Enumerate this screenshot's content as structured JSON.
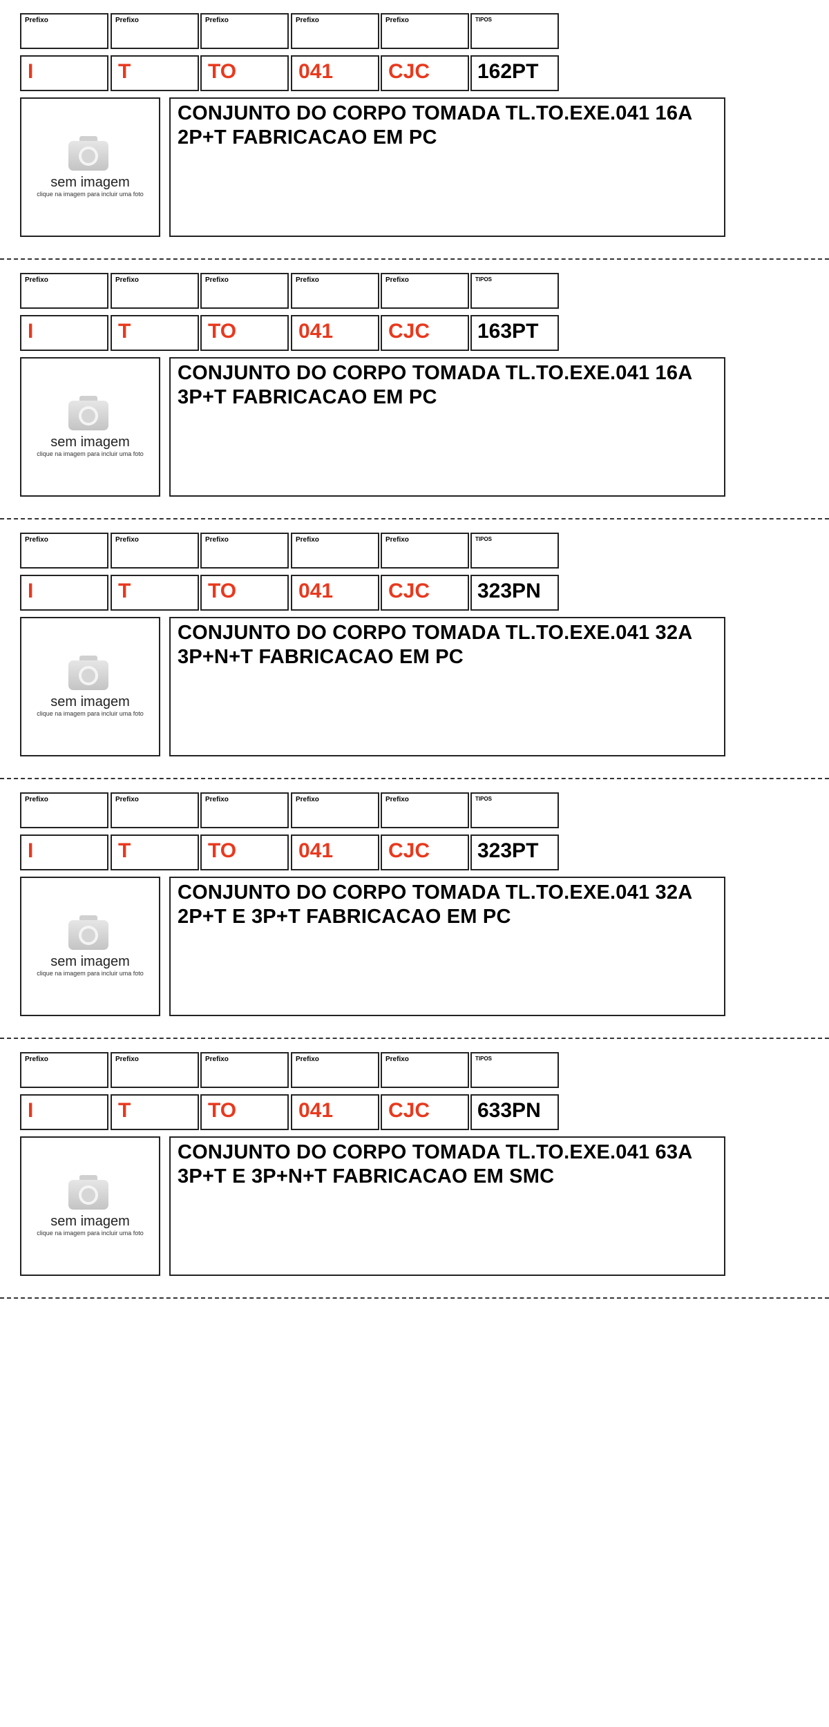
{
  "labels": {
    "prefixo": "Prefixo",
    "tipos": "TIPOS",
    "sem_imagem": "sem imagem",
    "clique": "clique na imagem para incluir uma foto"
  },
  "cards": [
    {
      "values": [
        "I",
        "T",
        "TO",
        "041",
        "CJC"
      ],
      "tipo": "162PT",
      "description": "CONJUNTO DO CORPO TOMADA TL.TO.EXE.041 16A\n2P+T FABRICACAO EM PC"
    },
    {
      "values": [
        "I",
        "T",
        "TO",
        "041",
        "CJC"
      ],
      "tipo": "163PT",
      "description": "CONJUNTO DO CORPO TOMADA TL.TO.EXE.041 16A\n3P+T FABRICACAO EM PC"
    },
    {
      "values": [
        "I",
        "T",
        "TO",
        "041",
        "CJC"
      ],
      "tipo": "323PN",
      "description": "CONJUNTO DO CORPO TOMADA TL.TO.EXE.041 32A\n3P+N+T FABRICACAO EM PC"
    },
    {
      "values": [
        "I",
        "T",
        "TO",
        "041",
        "CJC"
      ],
      "tipo": "323PT",
      "description": "CONJUNTO DO CORPO TOMADA TL.TO.EXE.041 32A\n2P+T E 3P+T FABRICACAO EM PC"
    },
    {
      "values": [
        "I",
        "T",
        "TO",
        "041",
        "CJC"
      ],
      "tipo": "633PN",
      "description": "CONJUNTO DO CORPO TOMADA TL.TO.EXE.041 63A\n3P+T E 3P+N+T FABRICACAO EM SMC"
    }
  ],
  "colors": {
    "accent": "#e8391e",
    "border": "#222222"
  },
  "icons": {
    "placeholder": "camera-icon"
  }
}
